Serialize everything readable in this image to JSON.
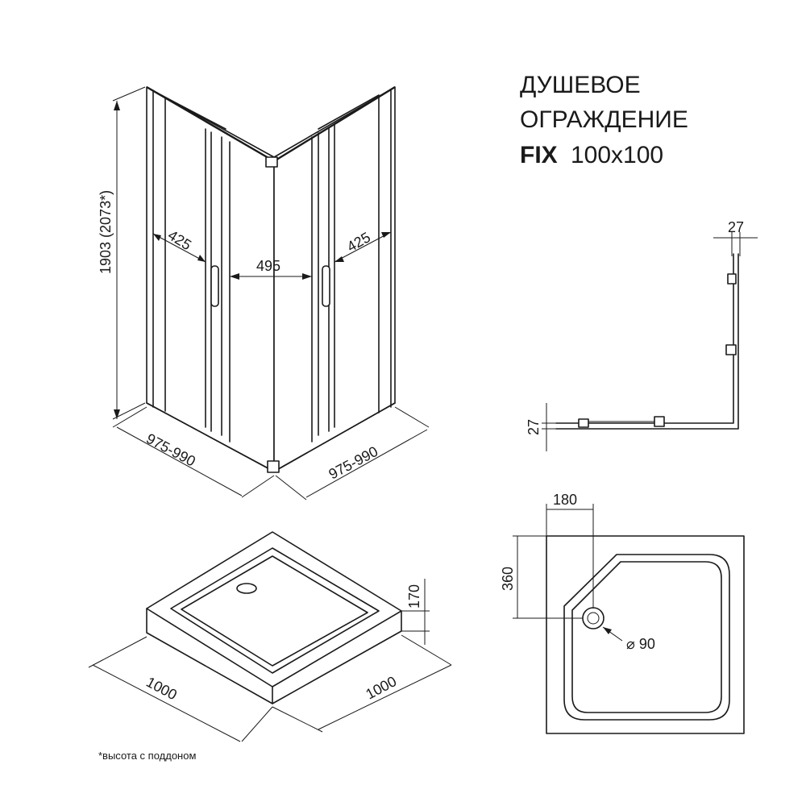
{
  "title": {
    "line1": "ДУШЕВОЕ",
    "line2": "ОГРАЖДЕНИЕ",
    "model_bold": "FIX",
    "model_size": "100x100"
  },
  "enclosure": {
    "height": "1903 (2073*)",
    "left_door_opening": "425",
    "center_opening": "495",
    "right_door_opening": "425",
    "left_width": "975-990",
    "right_width": "975-990"
  },
  "profile_view": {
    "top_dim": "27",
    "side_dim": "27"
  },
  "tray": {
    "height": "170",
    "left_width": "1000",
    "right_width": "1000"
  },
  "tray_top_view": {
    "drain_x": "180",
    "drain_y": "360",
    "drain_diameter": "⌀ 90"
  },
  "footnote": "*высота с поддоном"
}
